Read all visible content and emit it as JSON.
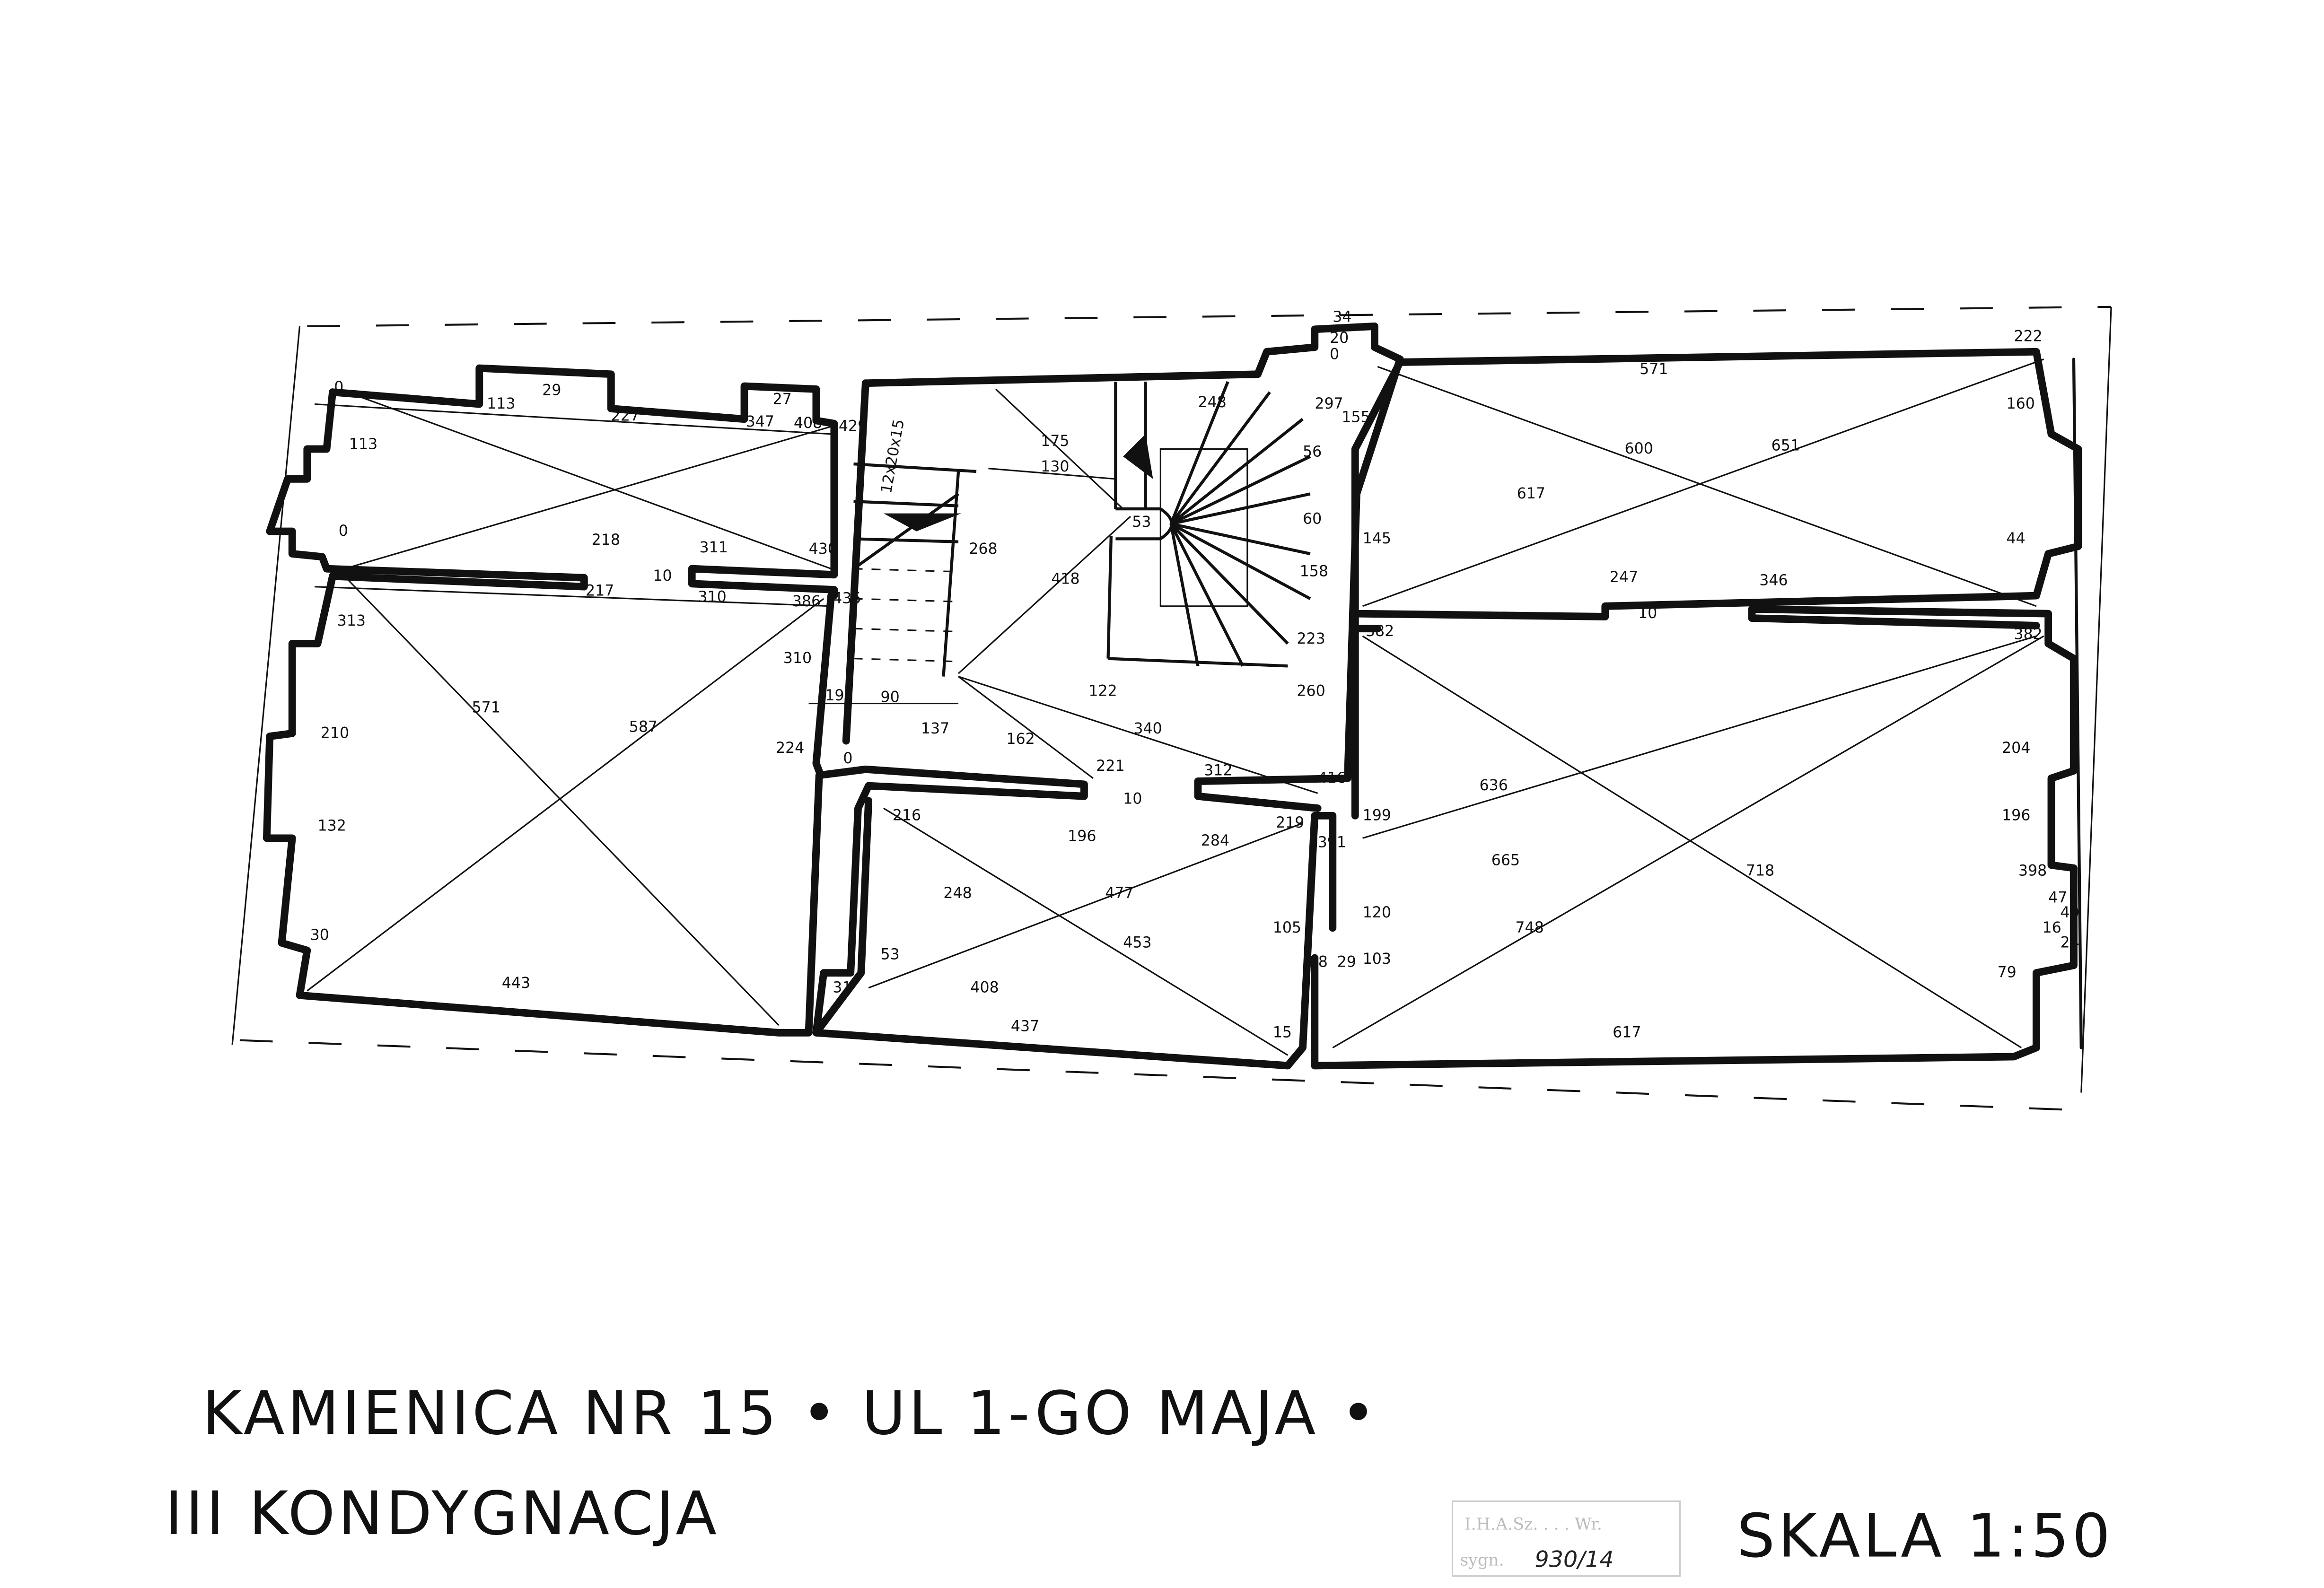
{
  "title": {
    "line1": "KAMIENICA  NR 15 • UL 1-GO  MAJA •",
    "line2": "III KONDYGNACJA",
    "scale": "SKALA  1:50"
  },
  "stamp": {
    "institution": "I.H.A.Sz. . . . Wr.",
    "sygn_label": "sygn.",
    "sygn_value": "930/14"
  },
  "stair_label": "12x20x15",
  "dimensions": {
    "top_left_room": [
      "0",
      "113",
      "29",
      "227",
      "347",
      "27",
      "408",
      "429",
      "113",
      "0",
      "218",
      "311",
      "430",
      "10",
      "217",
      "310",
      "435",
      "386"
    ],
    "left_room": [
      "313",
      "210",
      "132",
      "30",
      "571",
      "587",
      "443",
      "310",
      "224",
      "0",
      "19",
      "90",
      "137"
    ],
    "staircase": [
      "175",
      "130",
      "53",
      "268",
      "418",
      "248",
      "297",
      "155",
      "56",
      "60",
      "158",
      "223",
      "260",
      "122",
      "340",
      "162",
      "221",
      "312",
      "10",
      "196",
      "284",
      "416",
      "20",
      "34",
      "0"
    ],
    "bottom_middle_room": [
      "216",
      "248",
      "477",
      "453",
      "53",
      "408",
      "31",
      "437",
      "105",
      "15",
      "219",
      "391",
      "18",
      "29",
      "103",
      "120",
      "199"
    ],
    "right_top_room": [
      "571",
      "222",
      "600",
      "651",
      "617",
      "160",
      "145",
      "44",
      "247",
      "346",
      "10",
      "382"
    ],
    "right_bottom_room": [
      "382",
      "636",
      "665",
      "718",
      "748",
      "204",
      "196",
      "398",
      "47",
      "40",
      "16",
      "24",
      "79",
      "617"
    ]
  }
}
